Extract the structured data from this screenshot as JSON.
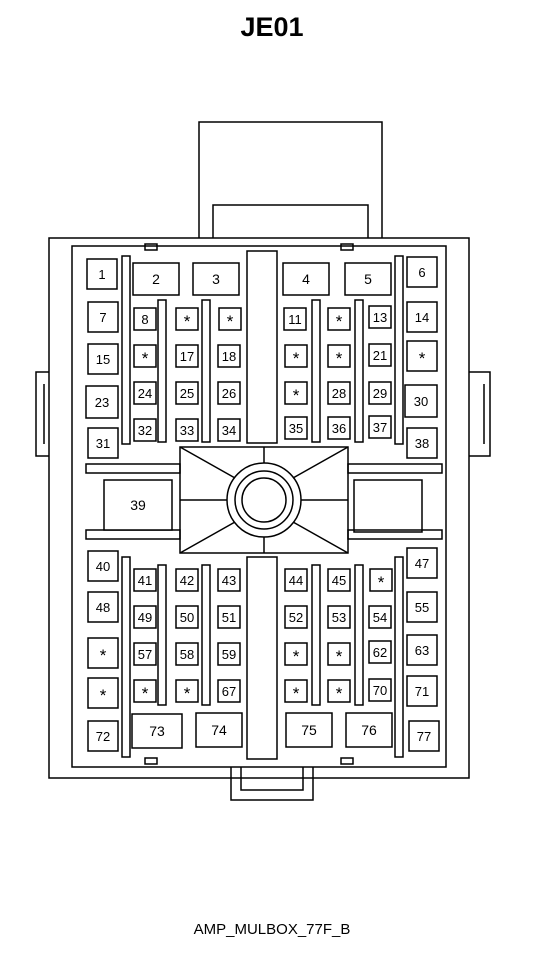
{
  "diagram": {
    "title": "JE01",
    "caption": "AMP_MULBOX_77F_B",
    "empty_cavity_mark": "*",
    "cavities": [
      "1",
      "2",
      "3",
      "4",
      "5",
      "6",
      "7",
      "8",
      "*",
      "*",
      "11",
      "*",
      "13",
      "14",
      "15",
      "*",
      "17",
      "18",
      "*",
      "*",
      "21",
      "*",
      "23",
      "24",
      "25",
      "26",
      "*",
      "28",
      "29",
      "30",
      "31",
      "32",
      "33",
      "34",
      "35",
      "36",
      "37",
      "38",
      "39",
      "40",
      "41",
      "42",
      "43",
      "44",
      "45",
      "*",
      "47",
      "48",
      "49",
      "50",
      "51",
      "52",
      "53",
      "54",
      "55",
      "*",
      "57",
      "58",
      "59",
      "*",
      "*",
      "62",
      "63",
      "*",
      "*",
      "*",
      "67",
      "*",
      "*",
      "70",
      "71",
      "72",
      "73",
      "74",
      "75",
      "76",
      "77"
    ]
  }
}
